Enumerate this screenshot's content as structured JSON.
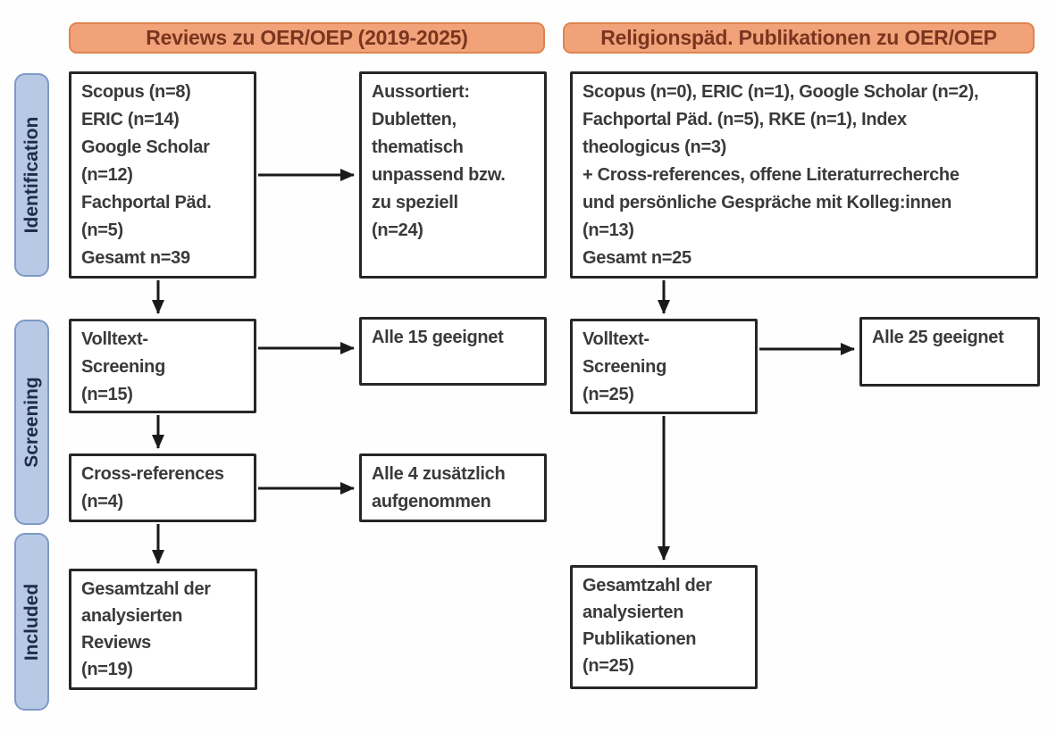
{
  "headers": {
    "left": "Reviews zu OER/OEP (2019-2025)",
    "right": "Religionspäd. Publikationen zu OER/OEP"
  },
  "stages": {
    "identification": "Identification",
    "screening": "Screening",
    "included": "Included"
  },
  "left_flow": {
    "sources": "Scopus (n=8)\nERIC (n=14)\nGoogle Scholar\n(n=12)\nFachportal Päd.\n(n=5)\nGesamt n=39",
    "excluded": "Aussortiert:\nDubletten,\nthematisch\nunpassend bzw.\nzu speziell\n(n=24)",
    "fulltext_screening": "Volltext-\nScreening\n(n=15)",
    "fulltext_result": "Alle 15 geeignet",
    "crossref": "Cross-references\n(n=4)",
    "crossref_result": "Alle 4 zusätzlich\naufgenommen",
    "included_total": "Gesamtzahl der\nanalysierten\nReviews\n(n=19)"
  },
  "right_flow": {
    "sources": "Scopus (n=0), ERIC (n=1), Google Scholar (n=2),\nFachportal Päd. (n=5), RKE (n=1), Index\ntheologicus (n=3)\n+ Cross-references, offene Literaturrecherche\nund persönliche Gespräche mit Kolleg:innen\n(n=13)\nGesamt n=25",
    "fulltext_screening": "Volltext-\nScreening\n(n=25)",
    "fulltext_result": "Alle 25 geeignet",
    "included_total": "Gesamtzahl der\nanalysierten\nPublikationen\n(n=25)"
  },
  "colors": {
    "header_fill": "#F1A278",
    "header_border": "#DE8450",
    "header_text": "#7A3520",
    "stage_fill": "#B7C9E5",
    "stage_border": "#7E99C8",
    "stage_text": "#1F2B49",
    "box_border": "#262626",
    "box_text": "#3A3A3A",
    "arrow": "#1A1A1A"
  }
}
